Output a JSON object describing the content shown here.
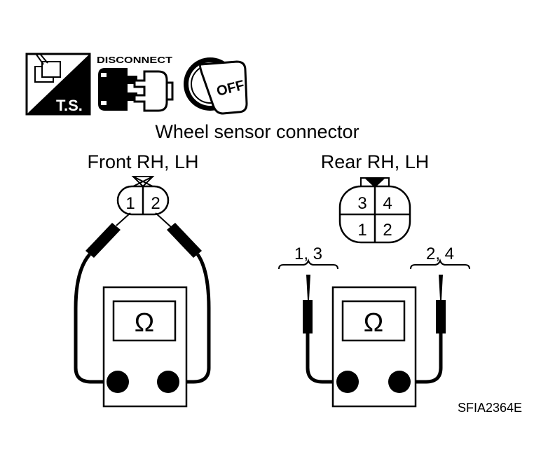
{
  "icons": {
    "ts_label": "T.S.",
    "disconnect_label": "DISCONNECT",
    "ignition_label": "OFF"
  },
  "title": "Wheel sensor connector",
  "front": {
    "heading": "Front RH, LH",
    "pins": [
      "1",
      "2"
    ],
    "meter_symbol": "Ω"
  },
  "rear": {
    "heading": "Rear RH, LH",
    "pins_top": [
      "3",
      "4"
    ],
    "pins_bottom": [
      "1",
      "2"
    ],
    "probe_left_label": "1, 3",
    "probe_right_label": "2, 4",
    "meter_symbol": "Ω"
  },
  "figure_code": "SFIA2364E"
}
